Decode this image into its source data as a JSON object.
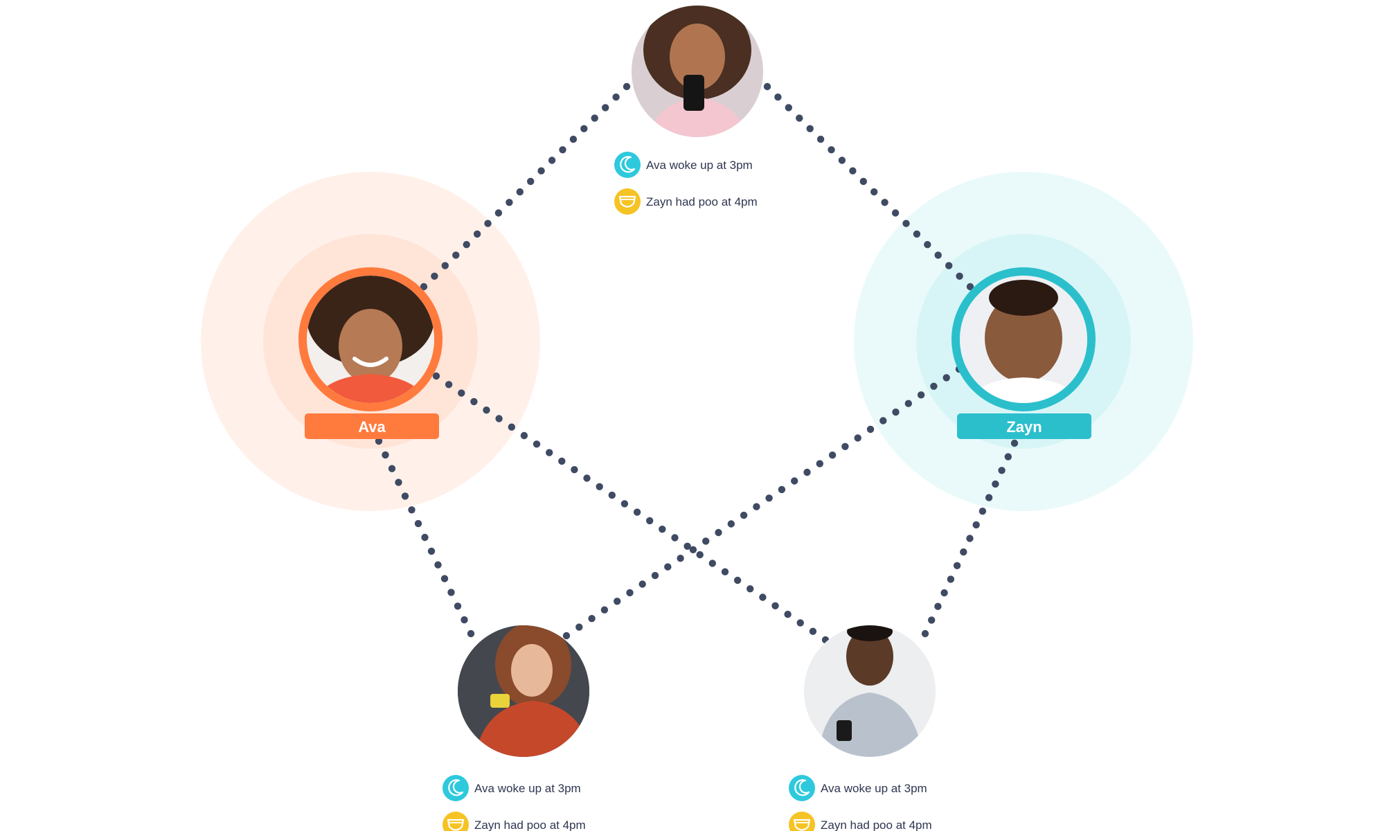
{
  "colors": {
    "dot": "#3f4a63",
    "ava_ring": "#ff7a3d",
    "ava_halo_outer": "#fff1ea",
    "ava_halo_inner": "#ffe4d8",
    "zayn_ring": "#2bbfcc",
    "zayn_halo_outer": "#eafafb",
    "zayn_halo_inner": "#d7f5f7",
    "sleep_icon_bg": "#2ec9dc",
    "nappy_icon_bg": "#f5c324",
    "text": "#2e3650"
  },
  "children": [
    {
      "name": "Ava",
      "theme": "orange"
    },
    {
      "name": "Zayn",
      "theme": "teal"
    }
  ],
  "caregivers": [
    {
      "position": "top",
      "feed": [
        {
          "icon": "moon-icon",
          "text": "Ava woke up at 3pm"
        },
        {
          "icon": "nappy-icon",
          "text": "Zayn had poo at 4pm"
        }
      ]
    },
    {
      "position": "bottom-left",
      "feed": [
        {
          "icon": "moon-icon",
          "text": "Ava woke up at 3pm"
        },
        {
          "icon": "nappy-icon",
          "text": "Zayn had poo at 4pm"
        }
      ]
    },
    {
      "position": "bottom-right",
      "feed": [
        {
          "icon": "moon-icon",
          "text": "Ava woke up at 3pm"
        },
        {
          "icon": "nappy-icon",
          "text": "Zayn had poo at 4pm"
        }
      ]
    }
  ]
}
